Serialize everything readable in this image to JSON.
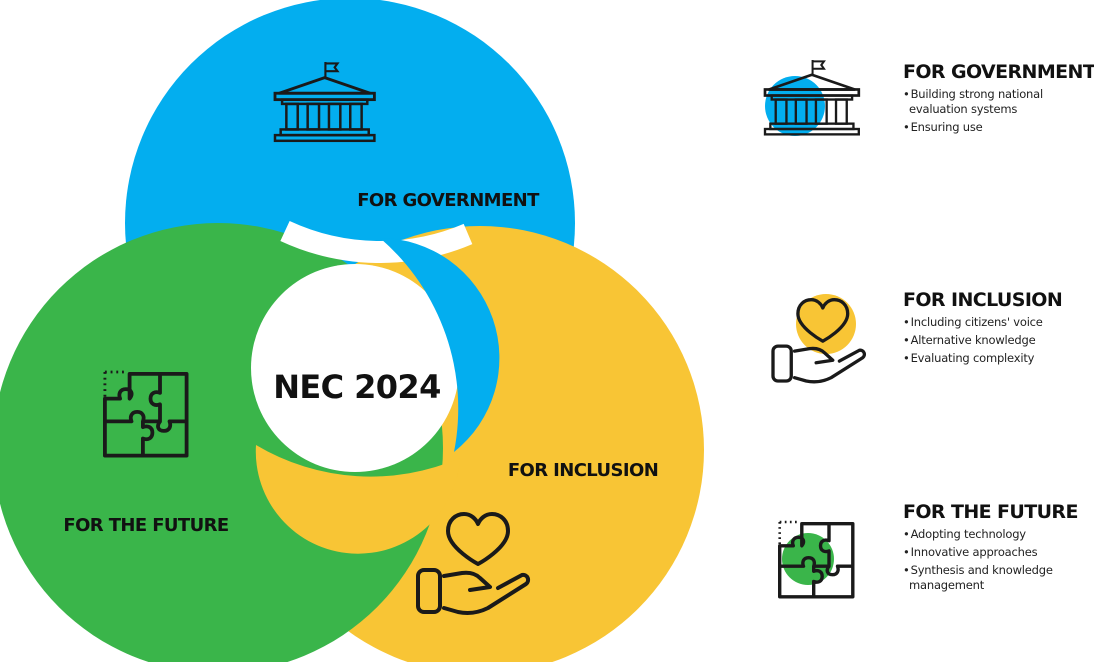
{
  "center_label": "NEC 2024",
  "colors": {
    "government": "#03aeef",
    "inclusion": "#f8c535",
    "future": "#3ab54a",
    "line": "#1a1a1a"
  },
  "circles": [
    {
      "id": "government",
      "label": "FOR GOVERNMENT",
      "icon": "government-building-icon"
    },
    {
      "id": "inclusion",
      "label": "FOR INCLUSION",
      "icon": "heart-in-hand-icon"
    },
    {
      "id": "future",
      "label": "FOR THE FUTURE",
      "icon": "puzzle-icon"
    }
  ],
  "legend": [
    {
      "title": "FOR GOVERNMENT",
      "icon": "government-building-icon",
      "items": [
        "Building strong national evaluation systems",
        "Ensuring use"
      ]
    },
    {
      "title": "FOR INCLUSION",
      "icon": "heart-in-hand-icon",
      "items": [
        "Including citizens' voice",
        "Alternative knowledge",
        "Evaluating complexity"
      ]
    },
    {
      "title": "FOR THE FUTURE",
      "icon": "puzzle-icon",
      "items": [
        "Adopting technology",
        "Innovative approaches",
        "Synthesis and knowledge management"
      ]
    }
  ]
}
